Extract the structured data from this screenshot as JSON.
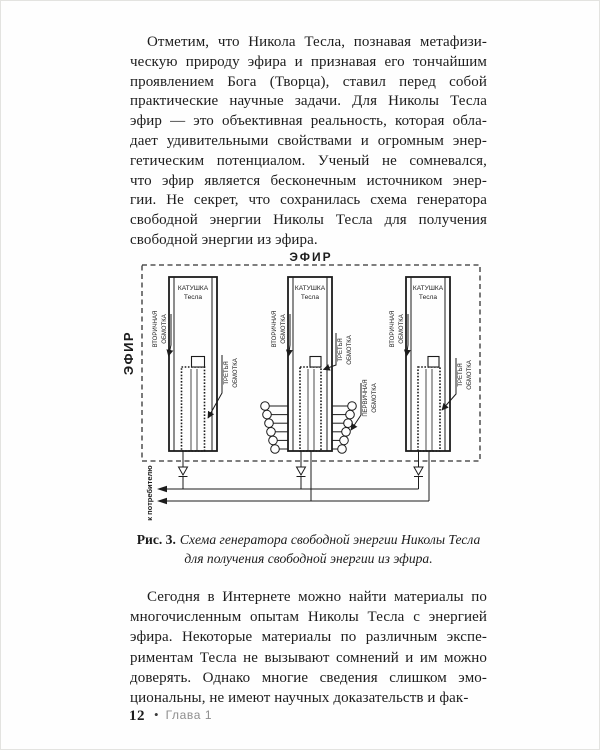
{
  "paragraph1": {
    "lines": [
      "Отметим, что Никола Тесла, познавая метафизи-",
      "ческую природу эфира и признавая его тончайшим",
      "проявлением Бога (Творца), ставил перед собой",
      "практические научные задачи. Для Николы Тесла",
      "эфир — это объективная реальность, которая обла-",
      "дает удивительными свойствами и огромным энер-",
      "гетическим потенциалом. Ученый не сомневался,",
      "что эфир является бесконечным источником энер-",
      "гии. Не секрет, что сохранилась схема генератора",
      "свободной энергии Николы Тесла для получения",
      "свободной энергии из эфира."
    ]
  },
  "paragraph2": {
    "lines": [
      "Сегодня в Интернете можно найти материалы по",
      "многочисленным опытам Николы Тесла с энергией",
      "эфира. Некоторые материалы по различным экспе-",
      "риментам Тесла не вызывают сомнений и им можно",
      "доверять. Однако многие сведения слишком эмо-",
      "циональны, не имеют научных доказательств и фак-"
    ]
  },
  "caption": {
    "prefix": "Рис. 3.",
    "line1": "Схема генератора свободной энергии Николы Тесла",
    "line2": "для получения свободной энергии из эфира."
  },
  "diagram": {
    "ether_top": "ЭФИР",
    "ether_left": "ЭФИР",
    "coil_title_line1": "КАТУШКА",
    "coil_title_line2": "Тесла",
    "secondary_line1": "ВТОРИЧНАЯ",
    "secondary_line2": "ОБМОТКА",
    "third_line1": "ТРЕТЬЯ",
    "third_line2": "ОБМОТКА",
    "primary_line1": "ПЕРВИЧНАЯ",
    "primary_line2": "ОБМОТКА",
    "to_consumer": "к потребителю"
  },
  "footer": {
    "page_number": "12",
    "separator": "•",
    "chapter": "Глава 1"
  },
  "colors": {
    "ink": "#1c1c1c",
    "chapter_gray": "#8e8e8e"
  }
}
